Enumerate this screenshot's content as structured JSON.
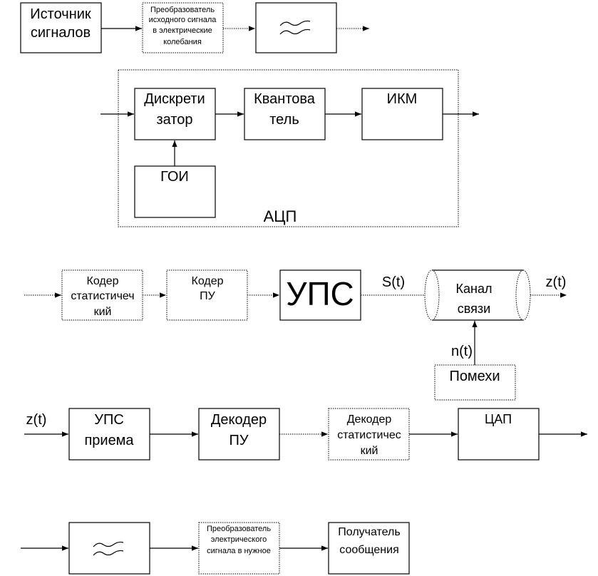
{
  "source": {
    "line1": "Источник",
    "line2": "сигналов"
  },
  "converter_in": {
    "line1": "Преобразователь",
    "line2": "исходного сигнала",
    "line3": "в электрические",
    "line4": "колебания"
  },
  "adc": {
    "label": "АЦП",
    "discretizer": {
      "line1": "Дискрети",
      "line2": "затор"
    },
    "quantizer": {
      "line1": "Квантова",
      "line2": "тель"
    },
    "pcm": {
      "label": "ИКМ"
    },
    "goi": {
      "label": "ГОИ"
    }
  },
  "coder_stat": {
    "line1": "Кодер",
    "line2": "статистичеч",
    "line3": "кий"
  },
  "coder_pu": {
    "line1": "Кодер",
    "line2": "ПУ"
  },
  "ups": {
    "label": "УПС"
  },
  "signal_s": "S(t)",
  "channel": {
    "line1": "Канал",
    "line2": "связи"
  },
  "signal_z_out": "z(t)",
  "noise_n": "n(t)",
  "noise_box": {
    "label": "Помехи"
  },
  "signal_z_in": "z(t)",
  "ups_rx": {
    "line1": "УПС",
    "line2": "приема"
  },
  "decoder_pu": {
    "line1": "Декодер",
    "line2": "ПУ"
  },
  "decoder_stat": {
    "line1": "Декодер",
    "line2": "статистичес",
    "line3": "кий"
  },
  "dac": {
    "label": "ЦАП"
  },
  "converter_out": {
    "line1": "Преобразователь",
    "line2": "электрического",
    "line3": "сигнала в нужное"
  },
  "receiver": {
    "line1": "Получатель",
    "line2": "сообщения"
  }
}
